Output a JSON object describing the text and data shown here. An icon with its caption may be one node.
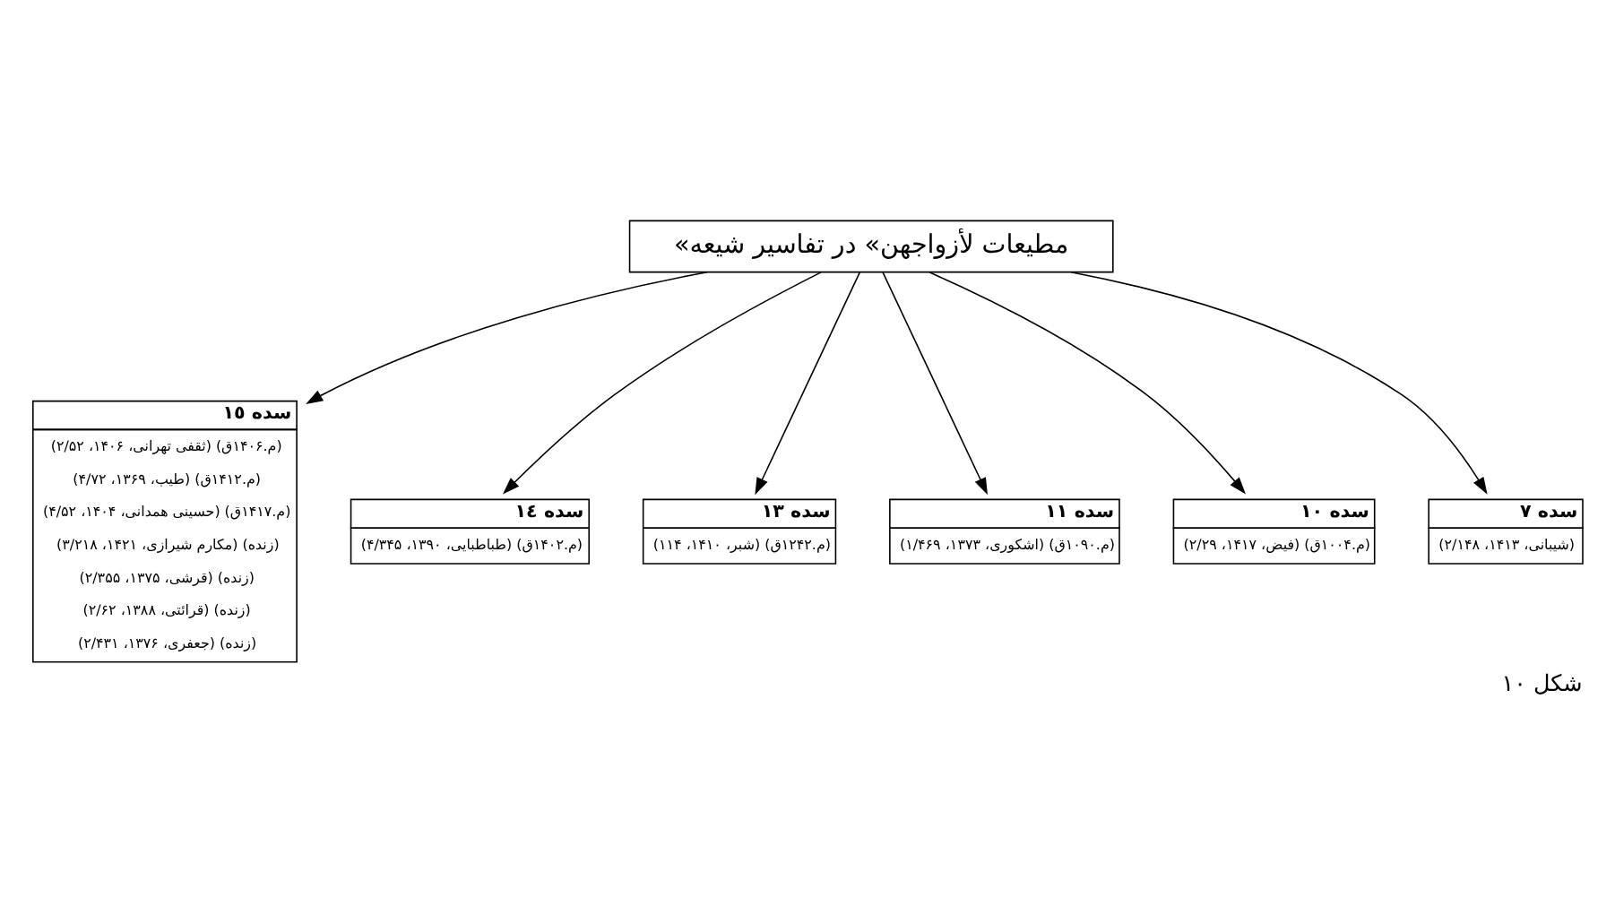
{
  "diagram": {
    "caption": "شکل ۱۰",
    "nodes": [
      {
        "text": [
          "«مطیعات لأزواجهن» در تفاسیر شیعه"
        ]
      },
      {
        "text": [
          "سده ۷",
          "(شیبانی، ۱۴۱۳، ۲/۱۴۸)"
        ]
      },
      {
        "text": [
          "سده ۱۰",
          "(فیض، ۱۴۱۷، ۲/۲۹) (م.۱۰۰۴ق)"
        ]
      },
      {
        "text": [
          "سده ۱۱",
          "(اشکوری، ۱۳۷۳، ۱/۴۶۹) (م.۱۰۹۰ق)"
        ]
      },
      {
        "text": [
          "سده ۱۳",
          "(شبر، ۱۴۱۰، ۱۱۴) (م.۱۲۴۲ق)"
        ]
      },
      {
        "text": [
          "سده ١٤",
          "(طباطبایی، ۱۳۹۰، ۴/۳۴۵) (م.۱۴۰۲ق)"
        ]
      },
      {
        "text": [
          "سده ١٥",
          "(ثقفی تهرانی، ۱۴۰۶، ۲/۵۲) (م.۱۴۰۶ق)",
          "(طیب، ۱۳۶۹، ۴/۷۲) (م.۱۴۱۲ق)",
          "(حسینی همدانی، ۱۴۰۴، ۴/۵۲) (م.۱۴۱۷ق)",
          "(مکارم شیرازی، ۱۴۲۱، ۳/۲۱۸) (زنده)",
          "(قرشی، ۱۳۷۵، ۲/۳۵۵) (زنده)",
          "(قرائتی، ۱۳۸۸، ۲/۶۲) (زنده)",
          "(جعفری، ۱۳۷۶، ۲/۴۳۱) (زنده)"
        ]
      }
    ],
    "edges": [
      {
        "from": 0,
        "to": 6,
        "arrow": "to"
      },
      {
        "from": 0,
        "to": 5,
        "arrow": "to"
      },
      {
        "from": 0,
        "to": 4,
        "arrow": "to"
      },
      {
        "from": 0,
        "to": 3,
        "arrow": "to"
      },
      {
        "from": 0,
        "to": 2,
        "arrow": "to"
      },
      {
        "from": 0,
        "to": 1,
        "arrow": "to"
      }
    ]
  }
}
